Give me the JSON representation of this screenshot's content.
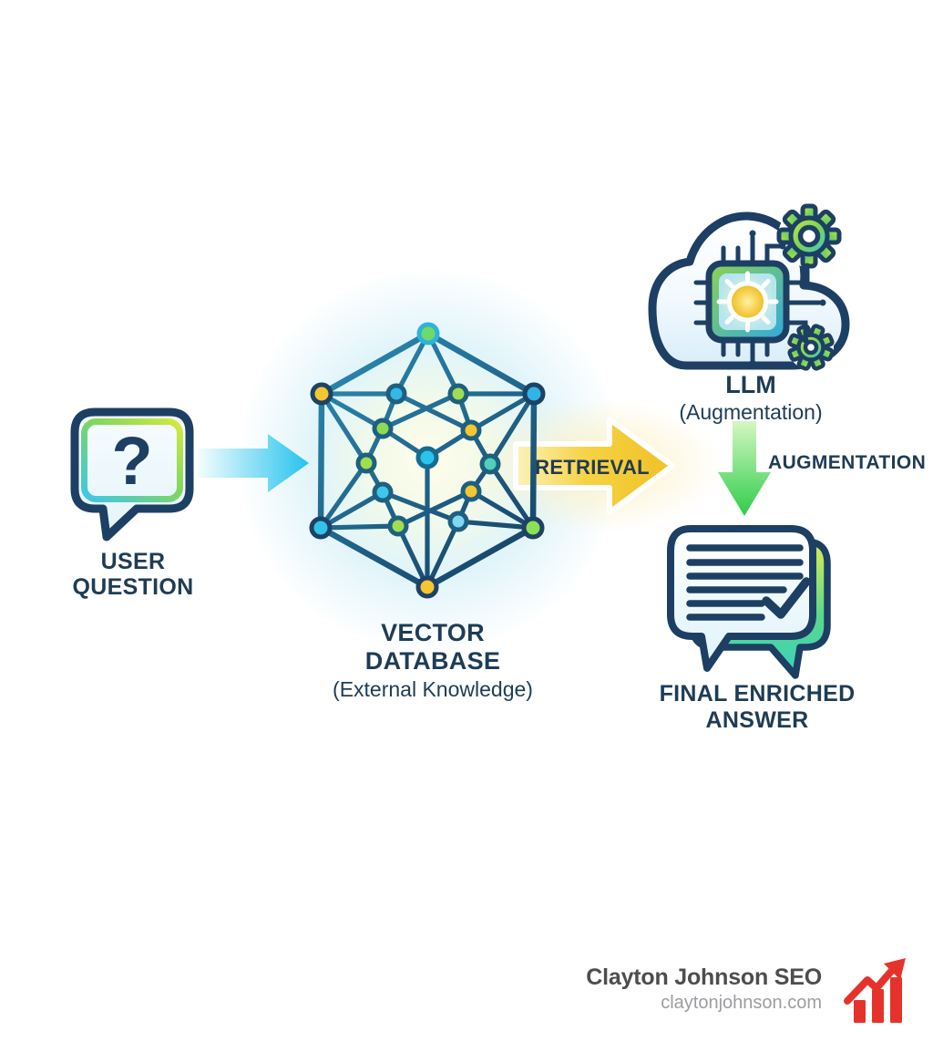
{
  "flow": {
    "user_question": {
      "icon": "question-speech-bubble-icon",
      "glyph": "?",
      "label": "USER QUESTION"
    },
    "input_arrow": {
      "icon": "right-arrow-icon"
    },
    "vector_database": {
      "icon": "vector-network-icon",
      "title": "VECTOR DATABASE",
      "subtitle": "(External Knowledge)"
    },
    "retrieval_arrow": {
      "icon": "right-arrow-icon",
      "label": "RETRIEVAL"
    },
    "llm": {
      "icon": "cloud-ai-chip-icon",
      "title": "LLM",
      "subtitle": "(Augmentation)"
    },
    "augmentation_arrow": {
      "icon": "down-arrow-icon",
      "label": "AUGMENTATION"
    },
    "final_answer": {
      "icon": "chat-bubbles-check-icon",
      "label": "FINAL ENRICHED ANSWER"
    }
  },
  "footer": {
    "brand": "Clayton Johnson SEO",
    "website": "claytonjohnson.com",
    "icon": "growth-chart-icon"
  },
  "palette": {
    "outline_navy": "#1d3f63",
    "text_navy": "#1e3c55",
    "cyan": "#29c3ec",
    "yellow": "#f5c832",
    "lime_green": "#9fdf4c",
    "green": "#3ed453",
    "teal": "#4ed0bb",
    "footer_red": "#e5332b",
    "footer_text_dark": "#4d4d4f",
    "footer_text_muted": "#9b9da0"
  }
}
